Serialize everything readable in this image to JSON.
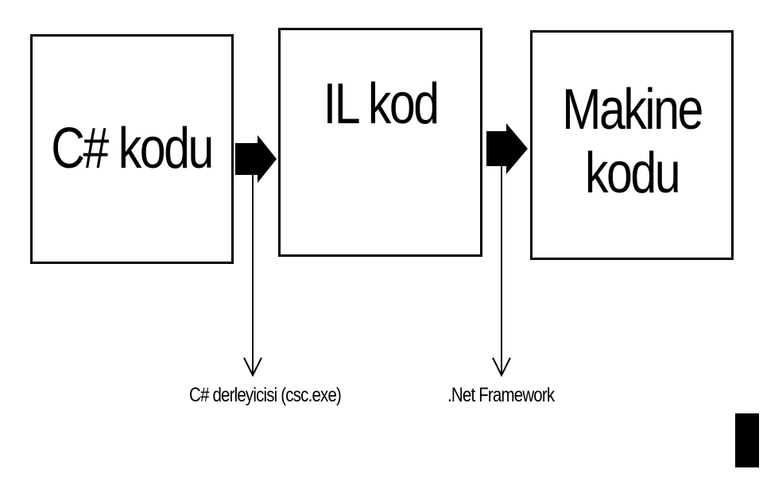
{
  "diagram": {
    "boxes": {
      "source": "C# kodu",
      "intermediate": "IL kod",
      "machine": "Makine\nkodu"
    },
    "steps": {
      "compiler": "C# derleyicisi (csc.exe)",
      "runtime": ".Net Framework"
    }
  },
  "colors": {
    "background": "#ffffff",
    "ink": "#000000"
  }
}
